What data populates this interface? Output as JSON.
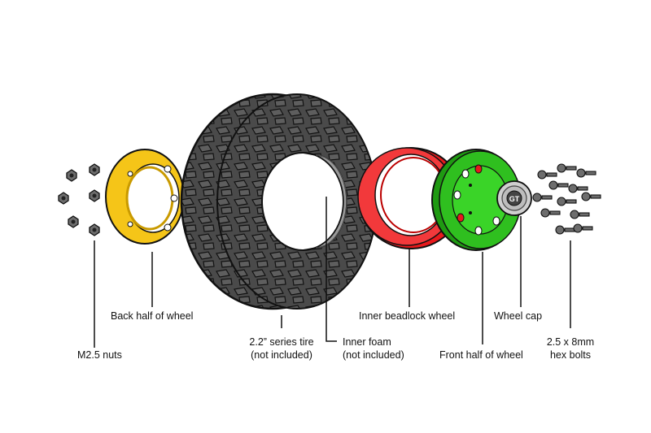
{
  "labels": {
    "back_half": "Back half of wheel",
    "nuts": "M2.5 nuts",
    "tire_line1": "2.2” series tire",
    "tire_line2": "(not included)",
    "foam_line1": "Inner foam",
    "foam_line2": "(not included)",
    "beadlock": "Inner beadlock wheel",
    "front_half": "Front half of wheel",
    "wheel_cap": "Wheel cap",
    "bolts_line1": "2.5 x 8mm",
    "bolts_line2": "hex bolts"
  },
  "cap_logo": "GT",
  "colors": {
    "back_half": "#f5c518",
    "beadlock": "#e8191c",
    "front_half": "#2fbf1f",
    "tire": "#4a4a4a",
    "foam": "#9a9a9a",
    "hardware": "#6d6d6d"
  }
}
